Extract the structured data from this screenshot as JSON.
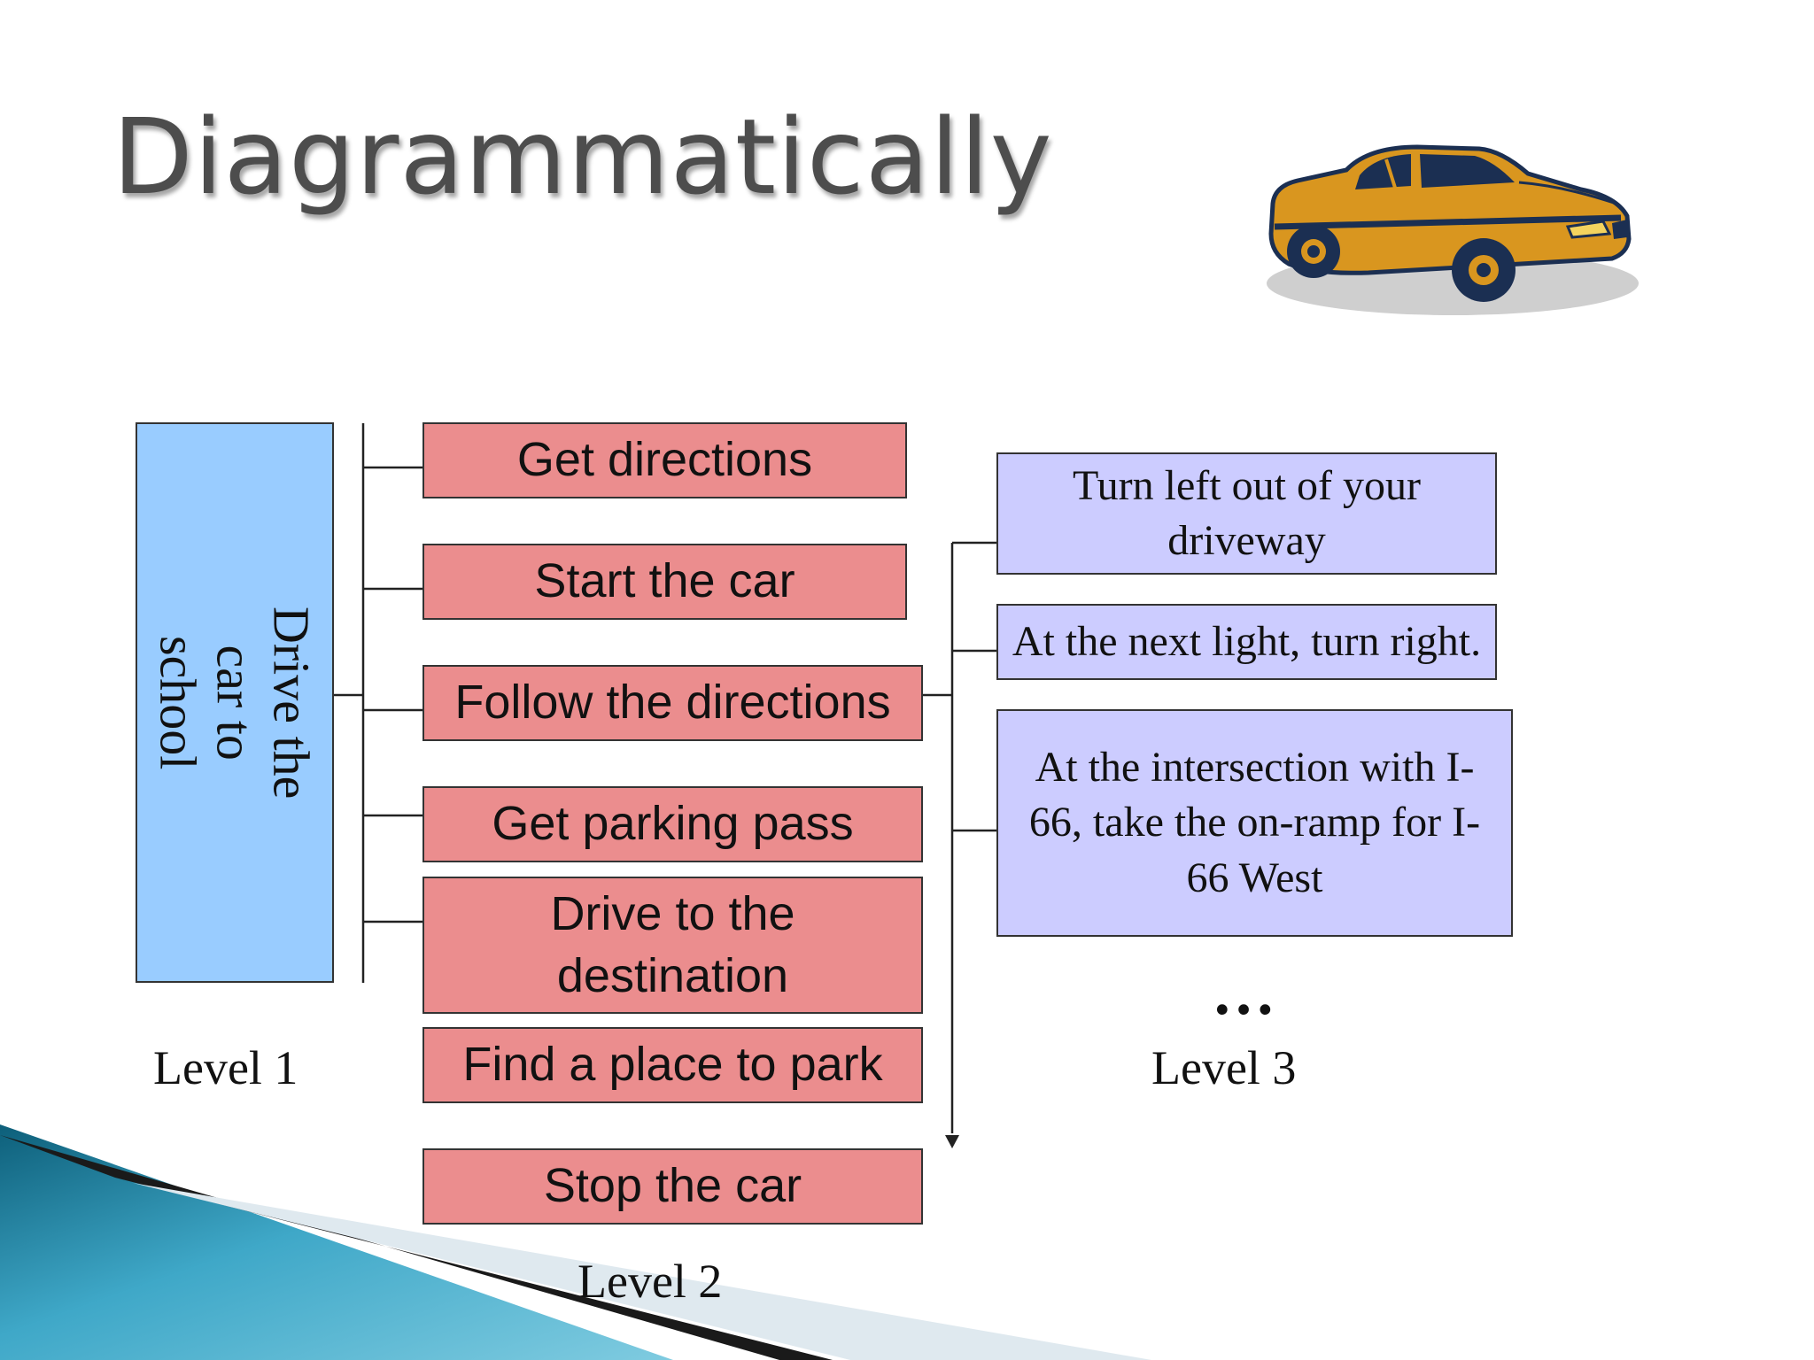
{
  "slide": {
    "title": "Diagrammatically"
  },
  "diagram": {
    "level1": {
      "task": "Drive the car to school",
      "label": "Level 1"
    },
    "level2": {
      "steps": [
        "Get directions",
        "Start the car",
        "Follow the directions",
        "Get parking pass",
        "Drive to the destination",
        "Find a place to park",
        "Stop the car"
      ],
      "label": "Level 2"
    },
    "level3": {
      "steps": [
        "Turn left out of your driveway",
        "At the next light, turn right.",
        "At the intersection with I-66, take the on-ramp for I-66 West"
      ],
      "ellipsis": "…",
      "label": "Level 3"
    }
  },
  "colors": {
    "level1_fill": "#99ccff",
    "level2_fill": "#eb8d8e",
    "level3_fill": "#ccccff",
    "title_text": "#4d4d4d",
    "accent_teal": "#2a8fb0"
  },
  "icons": {
    "car": "car-illustration"
  }
}
